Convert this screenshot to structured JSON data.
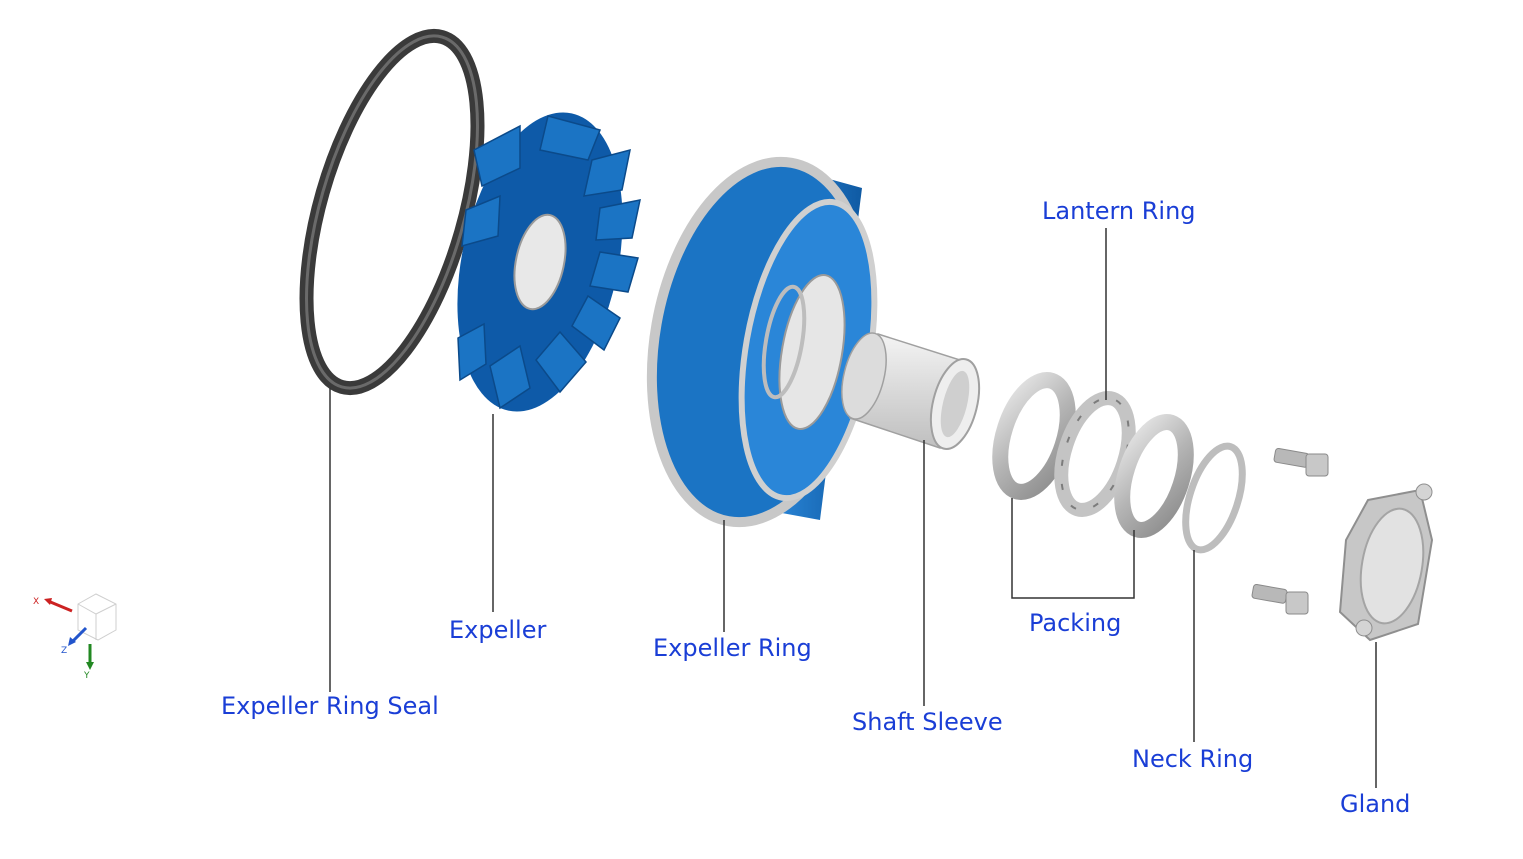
{
  "labels": {
    "expeller_ring_seal": "Expeller Ring  Seal",
    "expeller": "Expeller",
    "expeller_ring": "Expeller Ring",
    "shaft_sleeve": "Shaft Sleeve",
    "lantern_ring": "Lantern Ring",
    "packing": "Packing",
    "neck_ring": "Neck Ring",
    "gland": "Gland"
  },
  "axes": {
    "x": "X",
    "y": "Y",
    "z": "Z"
  },
  "colors": {
    "label": "#1a3ed6",
    "part_blue": "#1b74c4",
    "part_blue_dark": "#0e4f93",
    "part_grey": "#bdbdbd",
    "seal": "#3a3a3a"
  }
}
